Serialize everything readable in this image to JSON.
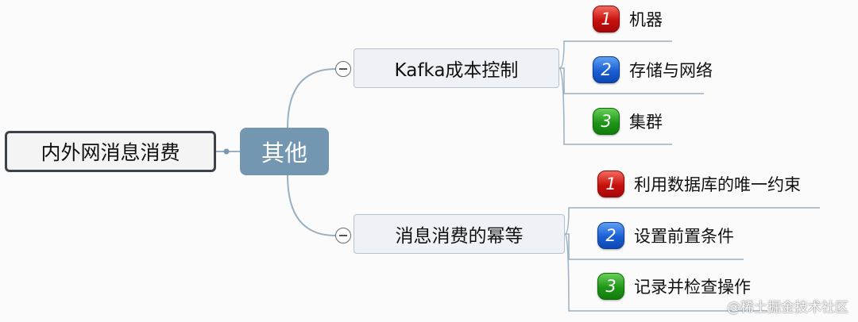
{
  "root": {
    "label": "内外网消息消费"
  },
  "center": {
    "label": "其他"
  },
  "branches": [
    {
      "label": "Kafka成本控制",
      "collapse_icon": "minus-circle-icon",
      "children": [
        {
          "priority": "1",
          "color": "#d0130f",
          "label": "机器"
        },
        {
          "priority": "2",
          "color": "#1c5fd4",
          "label": "存储与网络"
        },
        {
          "priority": "3",
          "color": "#1f9617",
          "label": "集群"
        }
      ]
    },
    {
      "label": "消息消费的幂等",
      "collapse_icon": "minus-circle-icon",
      "children": [
        {
          "priority": "1",
          "color": "#d0130f",
          "label": "利用数据库的唯一约束"
        },
        {
          "priority": "2",
          "color": "#1c5fd4",
          "label": "设置前置条件"
        },
        {
          "priority": "3",
          "color": "#1f9617",
          "label": "记录并检查操作"
        }
      ]
    }
  ],
  "watermark": "@稀土掘金技术社区"
}
